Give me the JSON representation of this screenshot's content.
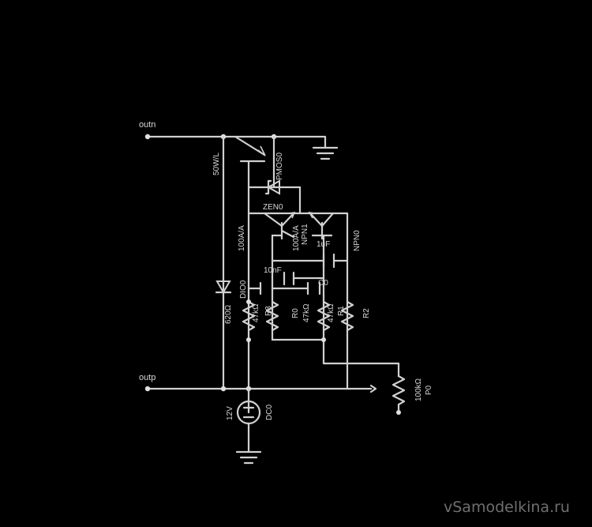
{
  "nodes": {
    "outn": "outn",
    "outp": "outp"
  },
  "components": {
    "lamp_label": "50W/L",
    "pmos": "PMOS0",
    "zener": "ZEN0",
    "ammeter_left": "100A/A",
    "npn1_rating": "100A/A",
    "npn1": "NPN1",
    "npn0": "NPN0",
    "cap_1uf": "1uF",
    "cap_10nf": "10nF",
    "cap_c0": "C0",
    "diode": "DIO0",
    "diode_res": "620Ω",
    "r_left": "47kΩ",
    "r3": "R3",
    "r0": "R0",
    "r0_value": "47kΩ",
    "r_mid_value": "47kΩ",
    "r1": "R1",
    "r2": "R2",
    "pot_value": "100kΩ",
    "pot_name": "P0",
    "battery_voltage": "12V",
    "battery_name": "DC0"
  },
  "watermark": "vSamodelkina.ru"
}
